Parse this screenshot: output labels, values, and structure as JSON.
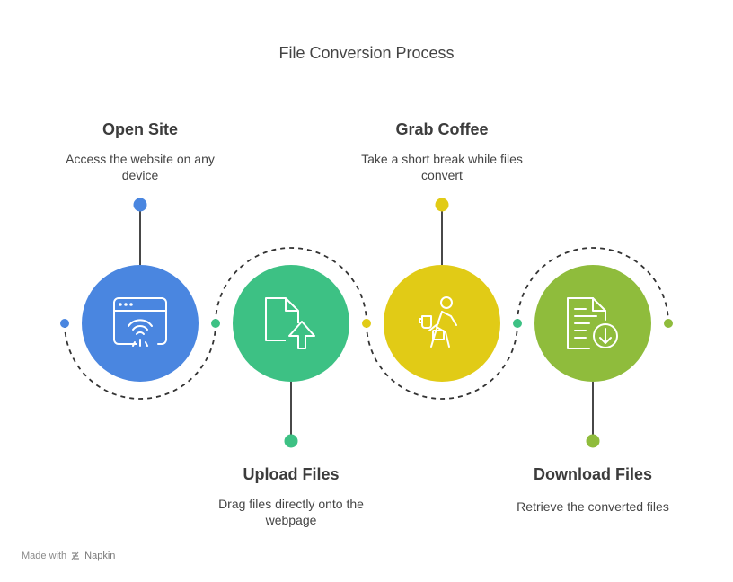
{
  "title": "File Conversion Process",
  "steps": [
    {
      "title": "Open Site",
      "description": "Access the website on any device",
      "color": "#4a86e0",
      "icon": "browser-wifi-icon"
    },
    {
      "title": "Upload Files",
      "description": "Drag files directly onto the webpage",
      "color": "#3dc184",
      "icon": "file-upload-icon"
    },
    {
      "title": "Grab Coffee",
      "description": "Take a short break while files convert",
      "color": "#e1cb16",
      "icon": "person-coffee-icon"
    },
    {
      "title": "Download Files",
      "description": "Retrieve the converted files",
      "color": "#8fbc3c",
      "icon": "file-download-icon"
    }
  ],
  "footer": {
    "prefix": "Made with",
    "brand": "Napkin"
  }
}
